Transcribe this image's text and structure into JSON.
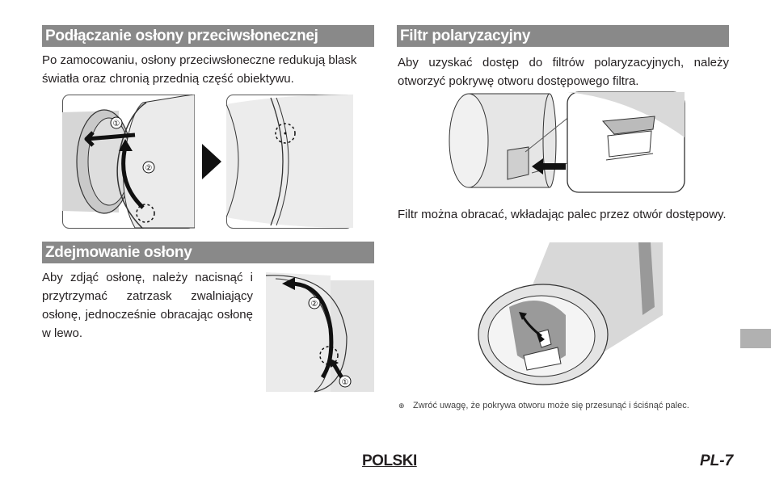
{
  "left": {
    "section1": {
      "title": "Podłączanie osłony przeciwsłonecznej",
      "body": "Po zamocowaniu, osłony przeciwsłoneczne redukują blask światła oraz chronią przednią część obiektywu.",
      "steps": [
        "①",
        "②"
      ]
    },
    "section2": {
      "title": "Zdejmowanie osłony",
      "body": "Aby zdjąć osłonę, należy nacisnąć i przytrzymać zatrzask zwalniają­cy osłonę, jednocześnie obraca­jąc osłonę w lewo.",
      "steps": [
        "②",
        "①"
      ]
    }
  },
  "right": {
    "section1": {
      "title": "Filtr polaryzacyjny",
      "body": "Aby uzyskać dostęp do filtrów polaryzacyjnych, na­leży otworzyć pokrywę otworu dostępowego filtra.",
      "body2": "Filtr można obracać, wkładając palec przez otwór do­stępowy."
    },
    "note": {
      "icon": "caution-icon",
      "text": "Zwróć uwagę, że pokrywa otworu może się przesunąć i ściśnąć palec."
    }
  },
  "footer": {
    "language": "POLSKI",
    "page": "PL-7"
  }
}
